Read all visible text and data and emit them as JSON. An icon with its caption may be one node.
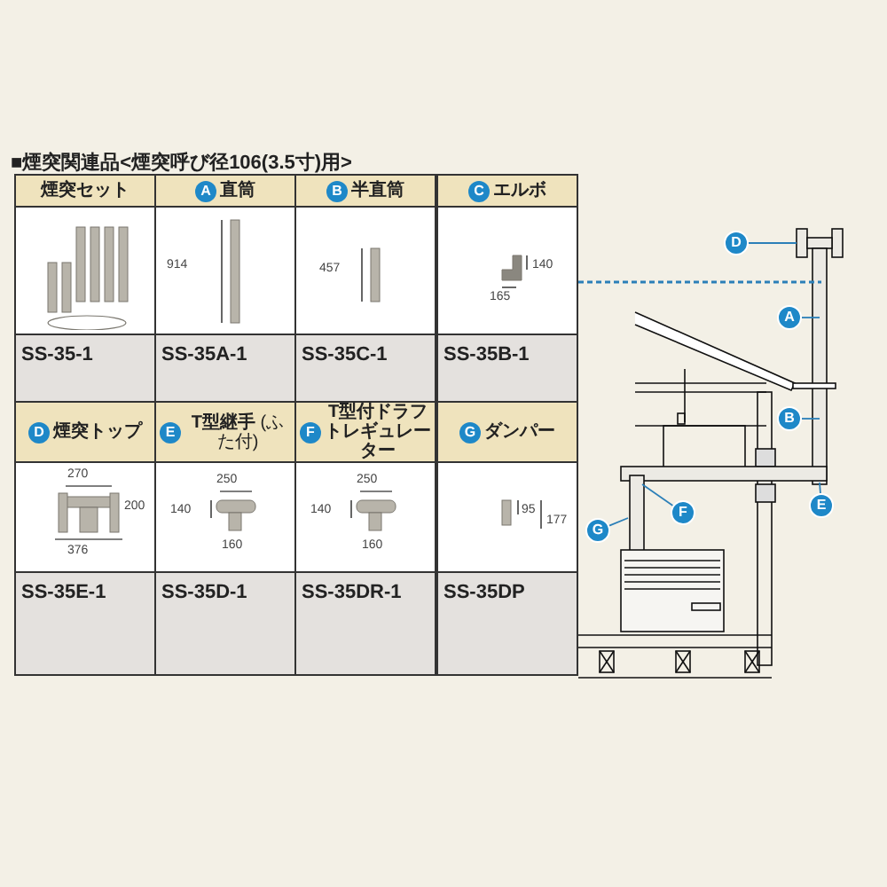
{
  "diagram": {
    "title": "■煙突関連品<煙突呼び径106(3.5寸)用>",
    "nodes": [
      {
        "text": [
          "D"
        ]
      },
      {
        "text": [
          "A"
        ]
      },
      {
        "text": [
          "B"
        ]
      },
      {
        "text": [
          "E"
        ]
      },
      {
        "text": [
          "F"
        ]
      },
      {
        "text": [
          "G"
        ]
      }
    ],
    "edges": [
      {
        "from": 0,
        "to": null,
        "arrow": "none"
      },
      {
        "from": 1,
        "to": null,
        "arrow": "none"
      },
      {
        "from": 2,
        "to": null,
        "arrow": "none"
      },
      {
        "from": 3,
        "to": null,
        "arrow": "none"
      },
      {
        "from": 4,
        "to": null,
        "arrow": "none"
      },
      {
        "from": 5,
        "to": null,
        "arrow": "none"
      }
    ],
    "labels": [
      "煙突セット",
      "A",
      "直筒",
      "B",
      "半直筒",
      "C",
      "エルボ",
      "914",
      "457",
      "140",
      "165",
      "SS-35-1",
      "SS-35A-1",
      "SS-35C-1",
      "SS-35B-1",
      "D",
      "煙突トップ",
      "E",
      "T型継手",
      "(ふた付)",
      "F",
      "T型付ドラフトレギュレーター",
      "G",
      "ダンパー",
      "270",
      "200",
      "376",
      "250",
      "140",
      "160",
      "250",
      "140",
      "160",
      "95",
      "177",
      "SS-35E-1",
      "SS-35D-1",
      "SS-35DR-1",
      "SS-35DP"
    ]
  }
}
